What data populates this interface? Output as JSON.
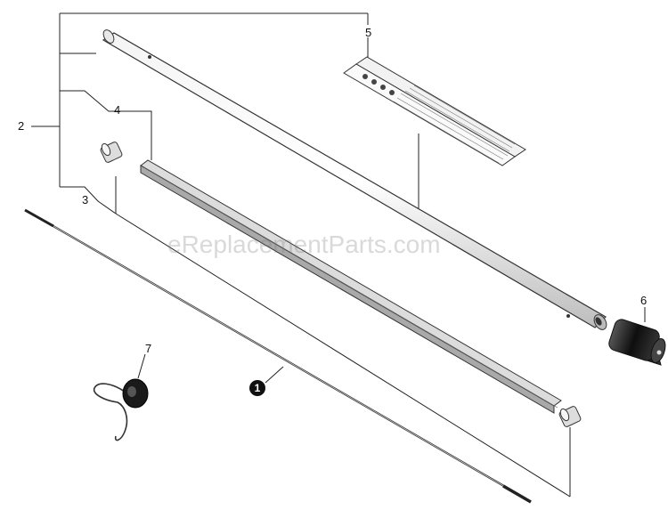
{
  "watermark": "eReplacementParts.com",
  "callouts": {
    "c1": "1",
    "c2": "2",
    "c3": "3",
    "c4": "4",
    "c5": "5",
    "c6": "6",
    "c7": "7"
  },
  "colors": {
    "line": "#222222",
    "part_outline": "#333333",
    "part_shade": "#cfcfcf",
    "grip_dark": "#1a1a1a"
  }
}
